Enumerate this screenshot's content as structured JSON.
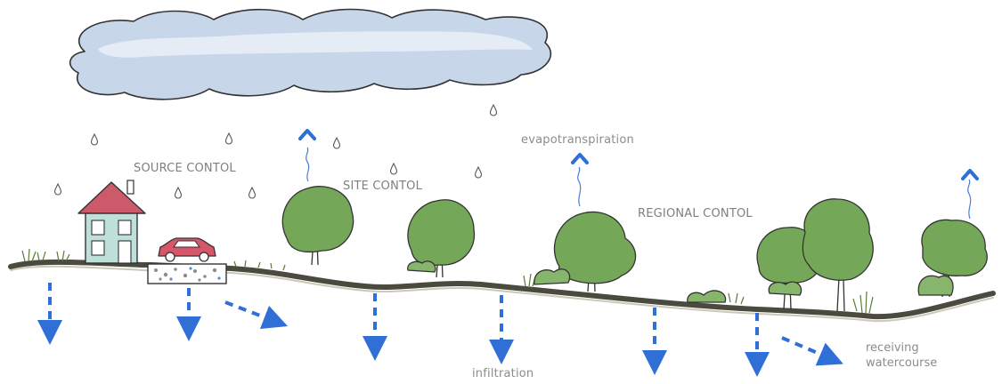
{
  "labels": {
    "source_control": "SOURCE CONTOL",
    "site_control": "SITE CONTOL",
    "regional_control": "REGIONAL CONTOL",
    "evapotranspiration": "evapotranspiration",
    "infiltration": "infiltration",
    "receiving_line1": "receiving",
    "receiving_line2": "watercourse"
  },
  "colors": {
    "arrow_blue": "#2f6fd6",
    "tree_green": "#74a758",
    "ground_dark": "#4a4a3e",
    "cloud_fill": "#c8d6ea",
    "roof_red": "#cd5a6a",
    "house_wall": "#bfe0d8",
    "car_red": "#d8566a"
  }
}
